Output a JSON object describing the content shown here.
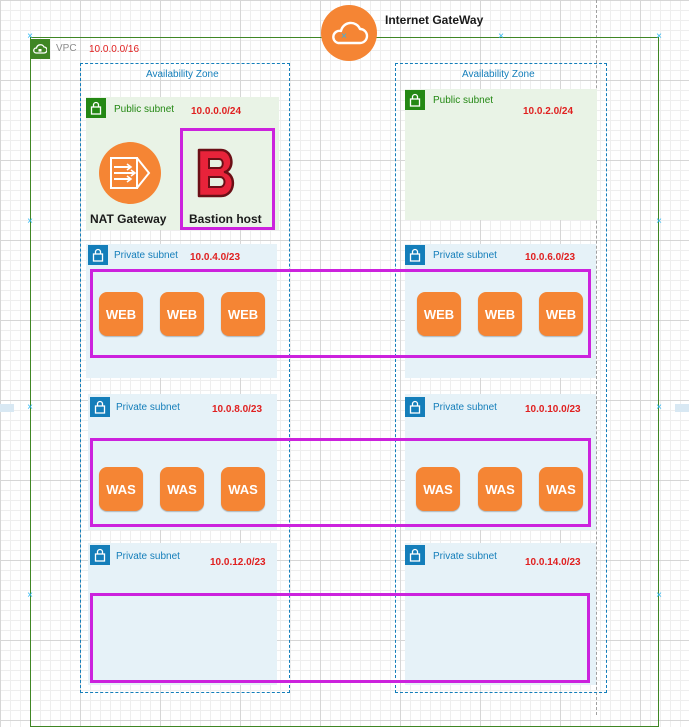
{
  "colors": {
    "vpc_border": "#3f8624",
    "az_border": "#147eba",
    "public_subnet_bg": "#e9f3e6",
    "private_subnet_bg": "#e6f2f8",
    "cidr_text": "#e02020",
    "highlight_border": "#cc22dd",
    "server_orange": "#f58534"
  },
  "internet_gateway": {
    "label": "Internet GateWay",
    "icon": "cloud-icon"
  },
  "vpc": {
    "label": "VPC",
    "cidr": "10.0.0.0/16",
    "icon": "cloud-lock-icon"
  },
  "availability_zones": [
    {
      "label": "Availability Zone",
      "subnets": [
        {
          "type": "public",
          "label": "Public subnet",
          "cidr": "10.0.0.0/24"
        },
        {
          "type": "private",
          "label": "Private subnet",
          "cidr": "10.0.4.0/23"
        },
        {
          "type": "private",
          "label": "Private subnet",
          "cidr": "10.0.8.0/23"
        },
        {
          "type": "private",
          "label": "Private subnet",
          "cidr": "10.0.12.0/23"
        }
      ]
    },
    {
      "label": "Availability Zone",
      "subnets": [
        {
          "type": "public",
          "label": "Public subnet",
          "cidr": "10.0.2.0/24"
        },
        {
          "type": "private",
          "label": "Private subnet",
          "cidr": "10.0.6.0/23"
        },
        {
          "type": "private",
          "label": "Private subnet",
          "cidr": "10.0.10.0/23"
        },
        {
          "type": "private",
          "label": "Private subnet",
          "cidr": "10.0.14.0/23"
        }
      ]
    }
  ],
  "nodes": {
    "nat_gateway": {
      "label": "NAT Gateway",
      "icon": "nat-gateway-icon"
    },
    "bastion": {
      "label": "Bastion host",
      "icon": "bastion-b-icon",
      "glyph": "B"
    }
  },
  "tiers": {
    "web": {
      "label": "WEB",
      "count_per_az": 3
    },
    "was": {
      "label": "WAS",
      "count_per_az": 3
    }
  }
}
